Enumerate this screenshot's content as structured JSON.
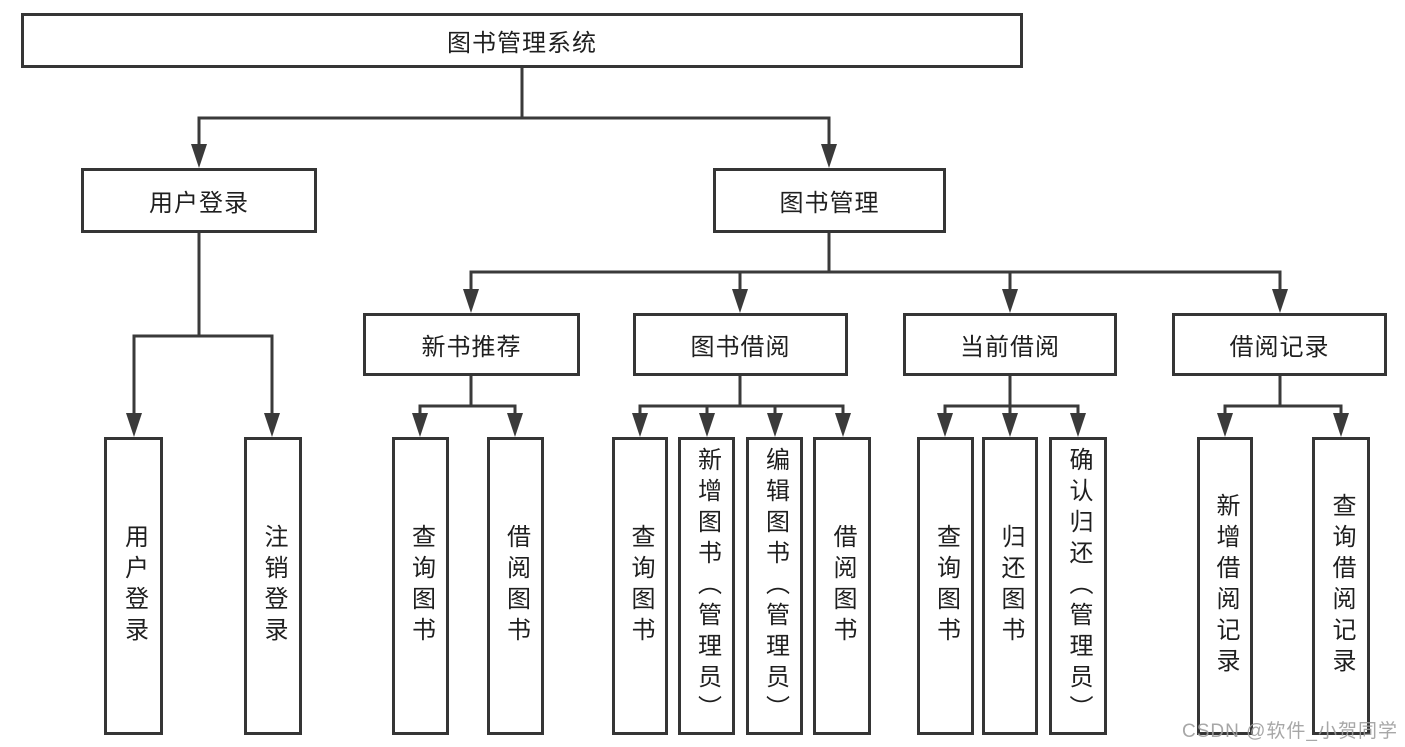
{
  "diagram": {
    "root": {
      "label": "图书管理系统"
    },
    "login_branch": {
      "label": "用户登录",
      "children": [
        "用户登录",
        "注销登录"
      ]
    },
    "mgmt_branch": {
      "label": "图书管理",
      "sections": [
        {
          "label": "新书推荐",
          "children": [
            "查询图书",
            "借阅图书"
          ]
        },
        {
          "label": "图书借阅",
          "children": [
            "查询图书",
            "新增图书（管理员）",
            "编辑图书（管理员）",
            "借阅图书"
          ]
        },
        {
          "label": "当前借阅",
          "children": [
            "查询图书",
            "归还图书",
            "确认归还（管理员）"
          ]
        },
        {
          "label": "借阅记录",
          "children": [
            "新增借阅记录",
            "查询借阅记录"
          ]
        }
      ]
    }
  },
  "watermark": {
    "text": "CSDN @软件_小贺同学"
  },
  "colors": {
    "line": "#3a3a3a",
    "box_border": "#353535",
    "text": "#1f1f1f",
    "watermark": "#9e9e9e",
    "background": "#ffffff"
  }
}
